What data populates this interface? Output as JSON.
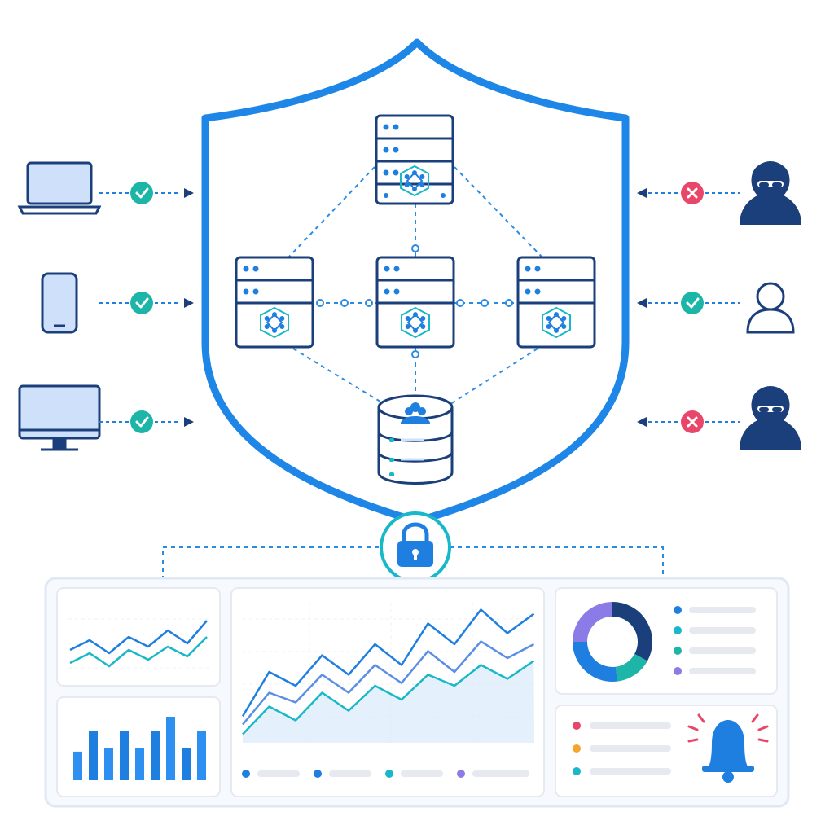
{
  "colors": {
    "navy": "#1a3f7a",
    "blue": "#1f7fe0",
    "shield": "#1e86e6",
    "cyan": "#19b8c8",
    "teal_ok": "#1db5a8",
    "red_x": "#e8476a",
    "device_fill": "#cfe0fb",
    "panel_border": "#dfe8f3",
    "panel_bg": "#f6f9fd",
    "grey_line": "#e6eaf0",
    "purple": "#8a7be6",
    "orange": "#f4a52a"
  },
  "left_devices": [
    {
      "icon": "laptop-icon",
      "status": "allowed",
      "status_icon": "check-icon"
    },
    {
      "icon": "phone-icon",
      "status": "allowed",
      "status_icon": "check-icon"
    },
    {
      "icon": "desktop-monitor-icon",
      "status": "allowed",
      "status_icon": "check-icon"
    }
  ],
  "right_actors": [
    {
      "icon": "hacker-icon",
      "status": "blocked",
      "status_icon": "cross-icon"
    },
    {
      "icon": "user-icon",
      "status": "allowed",
      "status_icon": "check-icon"
    },
    {
      "icon": "hacker-icon",
      "status": "blocked",
      "status_icon": "cross-icon"
    }
  ],
  "shield_nodes": [
    {
      "icon": "server-top-icon"
    },
    {
      "icon": "server-left-icon"
    },
    {
      "icon": "server-center-icon"
    },
    {
      "icon": "server-right-icon"
    },
    {
      "icon": "database-icon"
    }
  ],
  "lock": {
    "icon": "padlock-icon"
  },
  "dashboard": {
    "panels": [
      "mini-line-chart",
      "main-area-chart",
      "donut-chart",
      "bar-chart",
      "alerts-list"
    ],
    "bar_values": [
      0.45,
      0.78,
      0.5,
      0.78,
      0.5,
      0.78,
      1.0,
      0.5,
      0.78
    ],
    "mini_series": [
      [
        0.4,
        0.55,
        0.35,
        0.6,
        0.45,
        0.7,
        0.5,
        0.85
      ],
      [
        0.2,
        0.35,
        0.15,
        0.4,
        0.25,
        0.45,
        0.3,
        0.6
      ]
    ],
    "main_series": [
      [
        0.18,
        0.5,
        0.4,
        0.62,
        0.48,
        0.7,
        0.55,
        0.85,
        0.7,
        0.95,
        0.78,
        0.92
      ],
      [
        0.12,
        0.35,
        0.28,
        0.48,
        0.35,
        0.55,
        0.42,
        0.65,
        0.5,
        0.72,
        0.6,
        0.7
      ],
      [
        0.05,
        0.25,
        0.15,
        0.35,
        0.22,
        0.4,
        0.3,
        0.48,
        0.4,
        0.55,
        0.45,
        0.58
      ]
    ],
    "donut_share": [
      0.33,
      0.15,
      0.27,
      0.25
    ],
    "legend_dots": [
      "blue",
      "cyan",
      "teal_ok",
      "purple"
    ],
    "alert_dots": [
      "red_x",
      "orange",
      "cyan"
    ],
    "main_legend_dots": [
      "blue",
      "blue",
      "cyan",
      "purple"
    ]
  }
}
